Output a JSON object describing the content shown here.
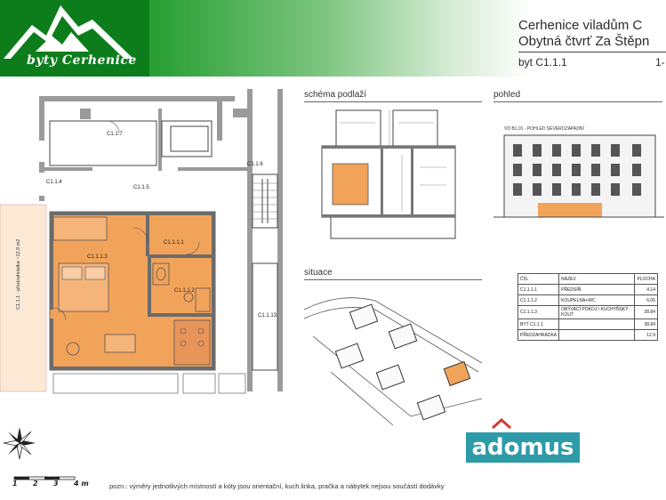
{
  "header": {
    "logo_text": "byty Cerhenice",
    "line1": "Cerhenice      viladům C",
    "line2": "Obytná čtvrť Za Štěpn",
    "unit": "byt C1.1.1",
    "page": "1-"
  },
  "plan": {
    "rooms": {
      "c117": "C1.1.7",
      "c116": "C1.1.6",
      "c114": "C1.1.4",
      "c115": "C1.1.5",
      "c1111": "C1.1.1.1",
      "c1113": "C1.1.1.3",
      "c1112": "C1.1.1.2",
      "c1113b": "C1.1.13"
    },
    "terrace_label": "C1.1.1 - předzahrádka ~12,9 m2"
  },
  "sections": {
    "schema": "schéma podlaží",
    "pohled": "pohled",
    "situace": "situace"
  },
  "pohled_caption": "VD B1.01 - POHLED SEVEROZÁPADNÍ",
  "table": {
    "header": [
      "ČÍS.",
      "NÁZEV",
      "PLOCHA"
    ],
    "rows": [
      [
        "C1.1.1.1",
        "PŘEDSÍŇ",
        "4.14"
      ],
      [
        "C1.1.1.2",
        "KOUPELNA+WC",
        "6.05"
      ],
      [
        "C1.1.1.3",
        "OBÝVACÍ POKOJ / KUCHYŇSKÝ KOUT",
        "28.84"
      ],
      [
        "BYT C1.1.1",
        "",
        "38.84"
      ],
      [
        "PŘEDZAHRÁDKA",
        "",
        "12.9"
      ]
    ]
  },
  "scale": {
    "labels": [
      "1",
      "2",
      "3",
      "4 m"
    ]
  },
  "note": "pozn.: výměry jednotlivých místností a kóty jsou orientační, kuch.linka, pračka a nábytek nejsou součástí dodávky",
  "brand": "adomus",
  "colors": {
    "apartment": "#f2a35a",
    "header_green": "#0d7d1c",
    "brand_teal": "#2d9ba8"
  }
}
